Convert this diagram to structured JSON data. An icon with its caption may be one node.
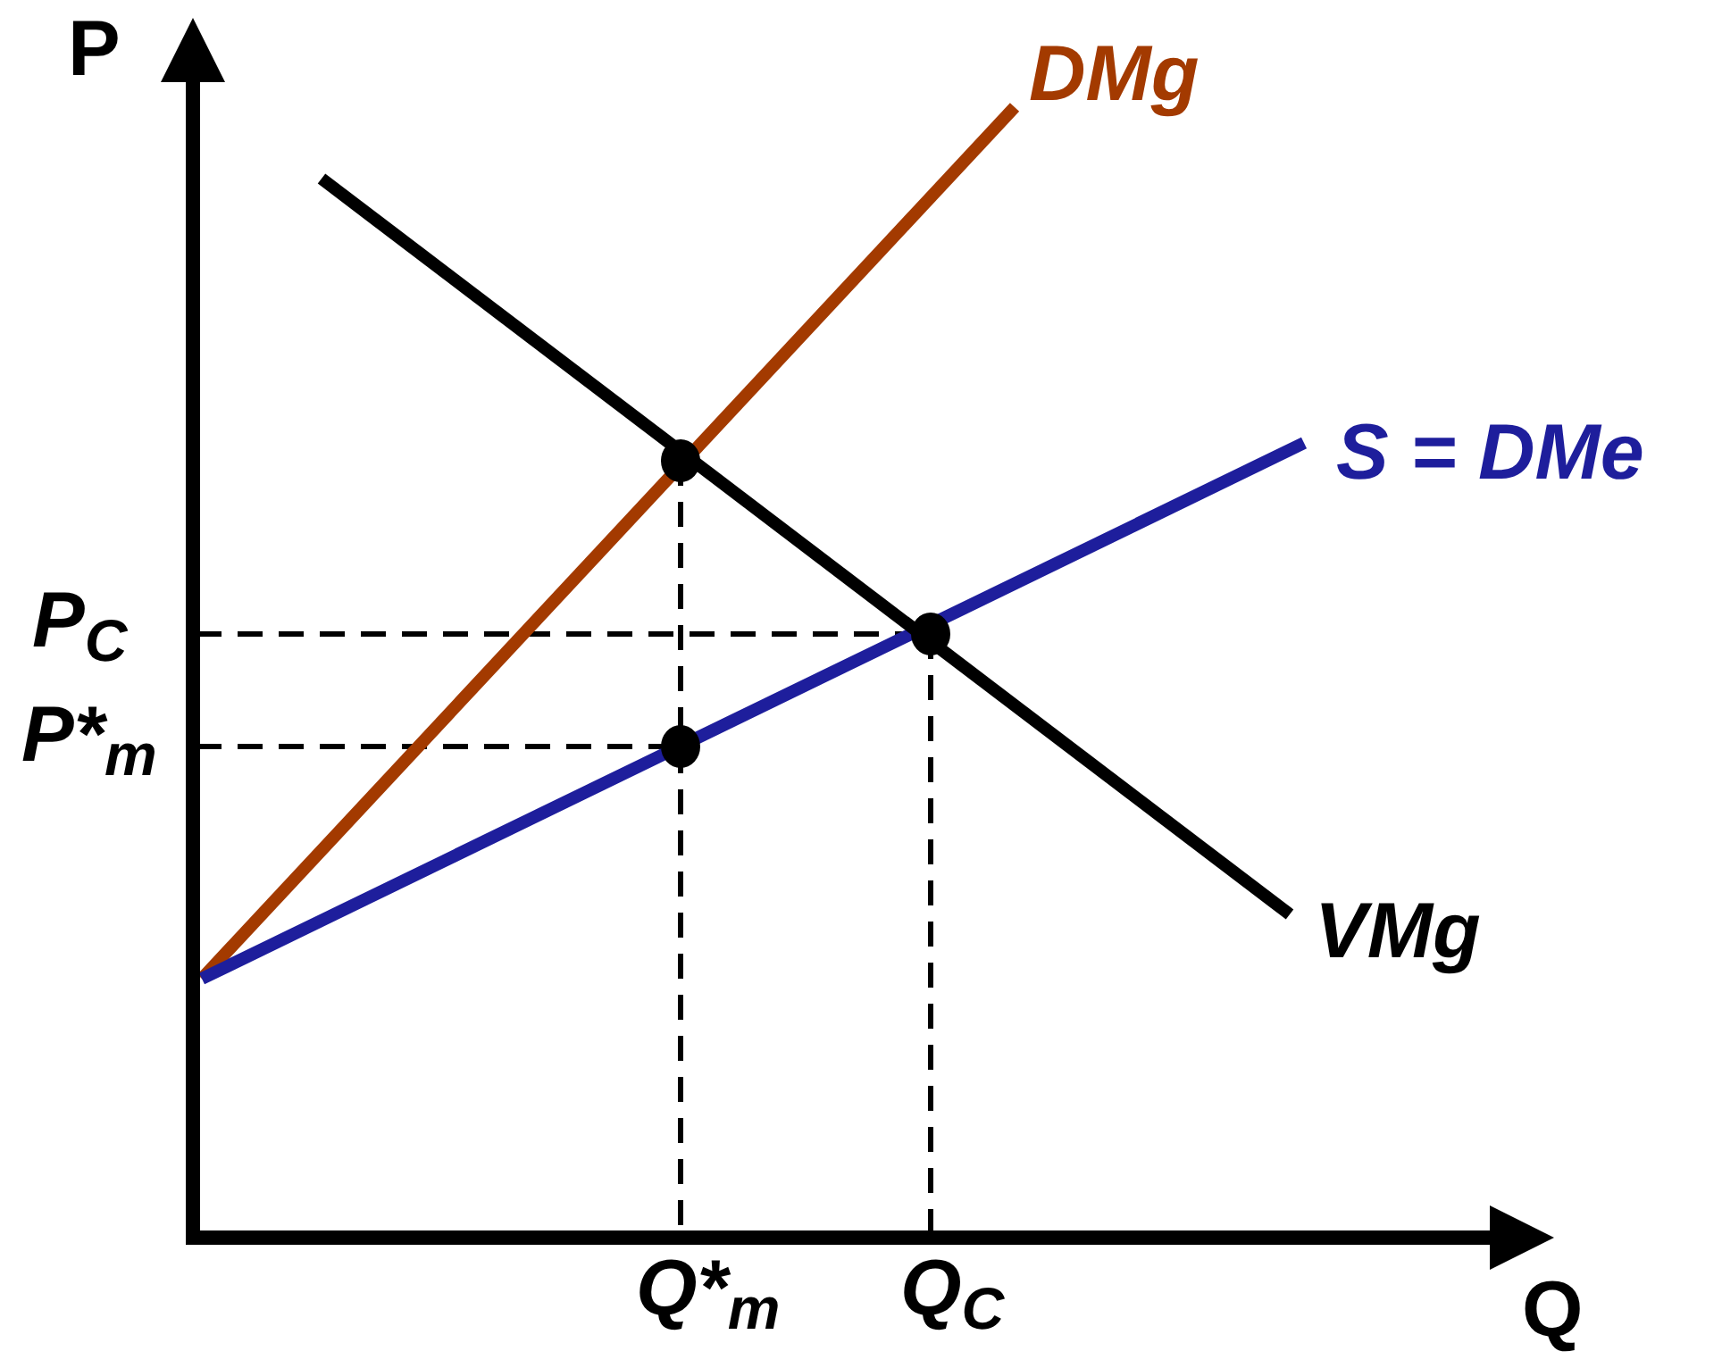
{
  "diagram": {
    "labels": [
      "P",
      "DMg",
      "S = DMe",
      "P$_{C}$",
      "P*$_{m}$",
      "VMg",
      "Q*$_{m}$",
      "Q$_{C}$",
      "Q"
    ]
  }
}
